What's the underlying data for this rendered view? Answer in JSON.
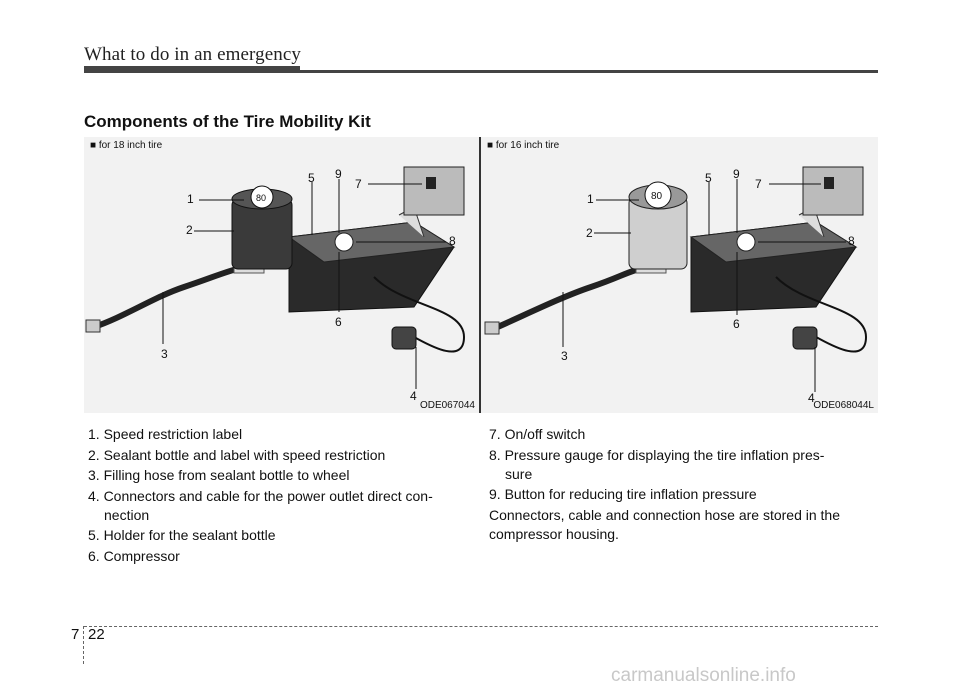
{
  "header": {
    "section_title": "What to do in an emergency"
  },
  "heading": "Components of the Tire Mobility Kit",
  "figures": [
    {
      "tag": "■ for 18 inch tire",
      "code": "ODE067044",
      "dial_text": "80",
      "callouts": [
        "1",
        "2",
        "3",
        "4",
        "5",
        "6",
        "7",
        "8",
        "9"
      ]
    },
    {
      "tag": "■ for 16 inch tire",
      "code": "ODE068044L",
      "dial_text": "80",
      "callouts": [
        "1",
        "2",
        "3",
        "4",
        "5",
        "6",
        "7",
        "8",
        "9"
      ]
    }
  ],
  "components_left": [
    {
      "text": "1. Speed restriction label"
    },
    {
      "text": "2. Sealant bottle and label with speed restriction"
    },
    {
      "text": "3. Filling hose from sealant bottle to wheel"
    },
    {
      "text": "4. Connectors and cable for the power outlet direct con-",
      "cont": "nection"
    },
    {
      "text": "5. Holder for the sealant bottle"
    },
    {
      "text": "6. Compressor"
    }
  ],
  "components_right": [
    {
      "text": "7. On/off switch"
    },
    {
      "text": "8. Pressure gauge for displaying the tire inflation pres-",
      "cont": "sure"
    },
    {
      "text": "9. Button for reducing tire inflation pressure"
    },
    {
      "text": "Connectors, cable and connection hose are stored in the compressor housing."
    }
  ],
  "footer": {
    "chapter": "7",
    "page": "22",
    "watermark": "carmanualsonline.info"
  }
}
